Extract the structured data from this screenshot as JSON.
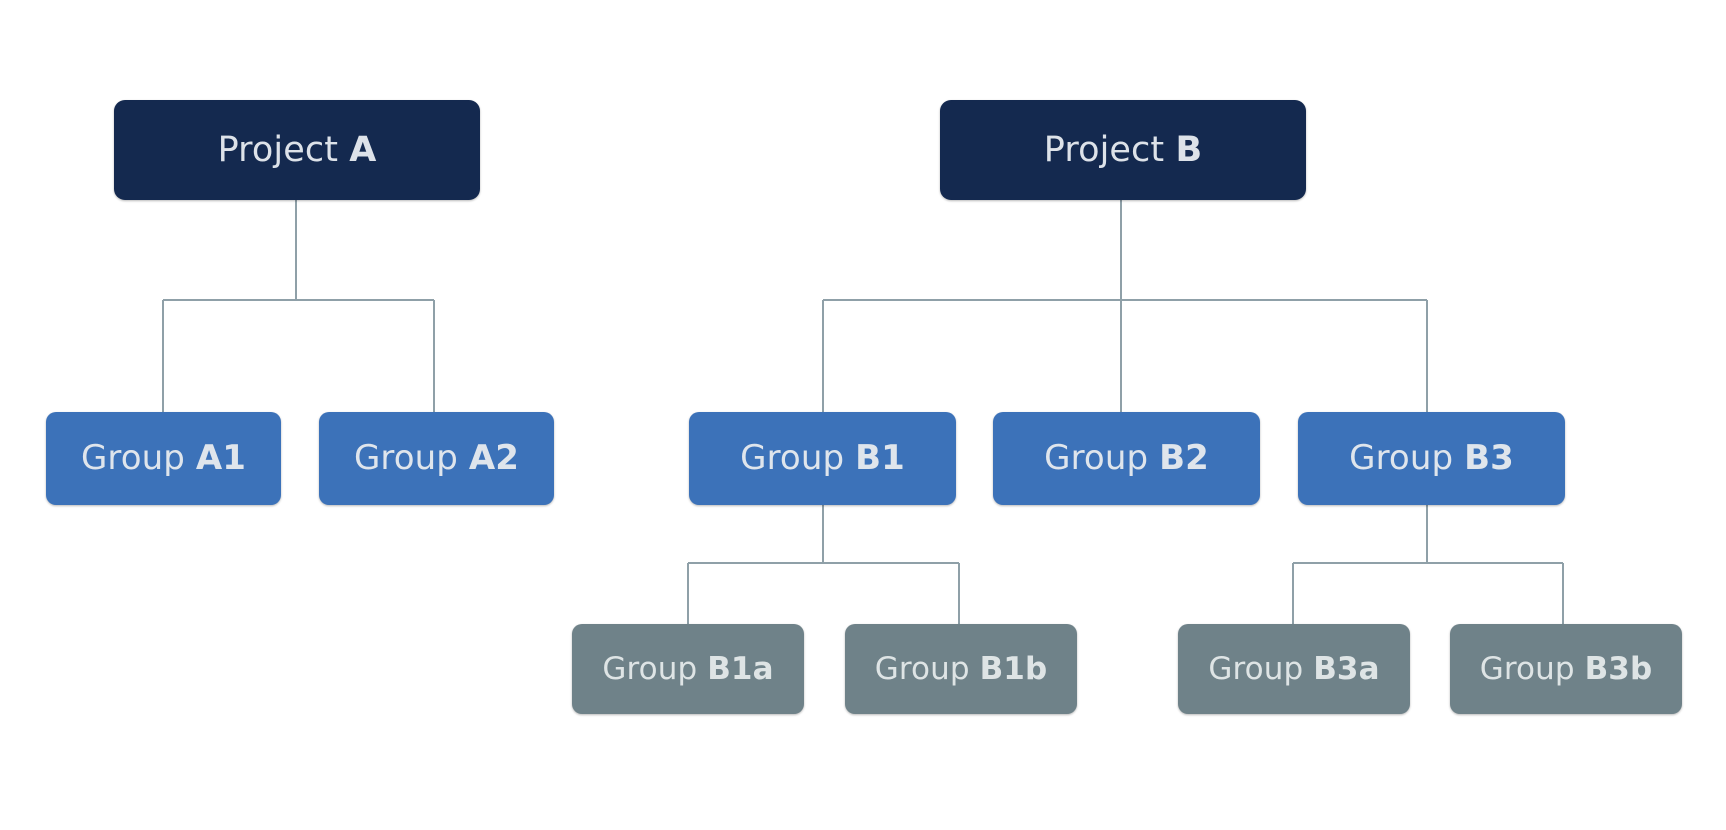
{
  "diagram": {
    "title": "Project hierarchy organizational chart",
    "background_color": "#ffffff",
    "connector_color": "#8fa0a8",
    "connector_width": 2,
    "levels": [
      {
        "name": "project",
        "fill": "#14294f",
        "text_color": "#dde2e9"
      },
      {
        "name": "group",
        "fill": "#3c72b9",
        "text_color": "#dfe5ec"
      },
      {
        "name": "subgroup",
        "fill": "#6f8289",
        "text_color": "#dee4e5"
      }
    ]
  },
  "nodes": {
    "project_a": {
      "prefix": "Project ",
      "code": "A"
    },
    "project_b": {
      "prefix": "Project ",
      "code": "B"
    },
    "group_a1": {
      "prefix": "Group ",
      "code": "A1"
    },
    "group_a2": {
      "prefix": "Group ",
      "code": "A2"
    },
    "group_b1": {
      "prefix": "Group ",
      "code": "B1"
    },
    "group_b2": {
      "prefix": "Group ",
      "code": "B2"
    },
    "group_b3": {
      "prefix": "Group ",
      "code": "B3"
    },
    "group_b1a": {
      "prefix": "Group ",
      "code": "B1a"
    },
    "group_b1b": {
      "prefix": "Group ",
      "code": "B1b"
    },
    "group_b3a": {
      "prefix": "Group ",
      "code": "B3a"
    },
    "group_b3b": {
      "prefix": "Group ",
      "code": "B3b"
    }
  },
  "hierarchy": {
    "roots": [
      {
        "id": "project_a",
        "children": [
          {
            "id": "group_a1",
            "children": []
          },
          {
            "id": "group_a2",
            "children": []
          }
        ]
      },
      {
        "id": "project_b",
        "children": [
          {
            "id": "group_b1",
            "children": [
              {
                "id": "group_b1a",
                "children": []
              },
              {
                "id": "group_b1b",
                "children": []
              }
            ]
          },
          {
            "id": "group_b2",
            "children": []
          },
          {
            "id": "group_b3",
            "children": [
              {
                "id": "group_b3a",
                "children": []
              },
              {
                "id": "group_b3b",
                "children": []
              }
            ]
          }
        ]
      }
    ]
  }
}
